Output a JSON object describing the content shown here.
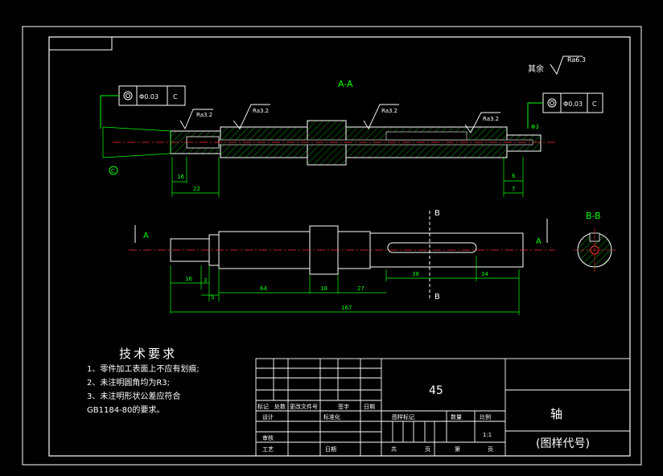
{
  "section_view": {
    "title": "A-A",
    "roughness_general_label": "其余",
    "roughness_general_value": "Ra6.3",
    "roughness_marks": [
      "Ra3.2",
      "Ra3.2",
      "Ra3.2",
      "Ra3.2"
    ],
    "tolerance_left": {
      "symbol": "◎",
      "value": "Φ0.03",
      "datum": "C"
    },
    "tolerance_right": {
      "symbol": "◎",
      "value": "Φ0.03",
      "datum": "C"
    },
    "datum_label": "C",
    "dims": {
      "left_a": "16",
      "left_b": "22",
      "right_a": "6",
      "right_b": "7",
      "right_c": "Φ3"
    }
  },
  "front_view": {
    "section_letter": "A",
    "section_letter_b": "B",
    "dims": {
      "d1": "16",
      "d2": "3",
      "d3": "5",
      "d4": "64",
      "d5": "18",
      "d6": "27",
      "d7": "38",
      "d8": "34",
      "total": "167"
    }
  },
  "bb_view": {
    "title": "B-B"
  },
  "tech_requirements": {
    "title": "技术要求",
    "items": [
      "1、零件加工表面上不应有划痕;",
      "2、未注明圆角均为R3;",
      "3、未注明形状公差应符合",
      "GB1184-80的要求。"
    ]
  },
  "title_block": {
    "material": "45",
    "part_name": "轴",
    "drawing_code": "(图样代号)",
    "headers": [
      "标记",
      "处数",
      "更改文件号",
      "签字",
      "日期"
    ],
    "design": "设计",
    "standardize": "标准化",
    "review": "审核",
    "process": "工艺",
    "date": "日期",
    "sample_mark": "图样标记",
    "weight": "数量",
    "scale_label": "比例",
    "scale_value": "1:1",
    "total": "共",
    "page": "页",
    "sheet": "第"
  }
}
